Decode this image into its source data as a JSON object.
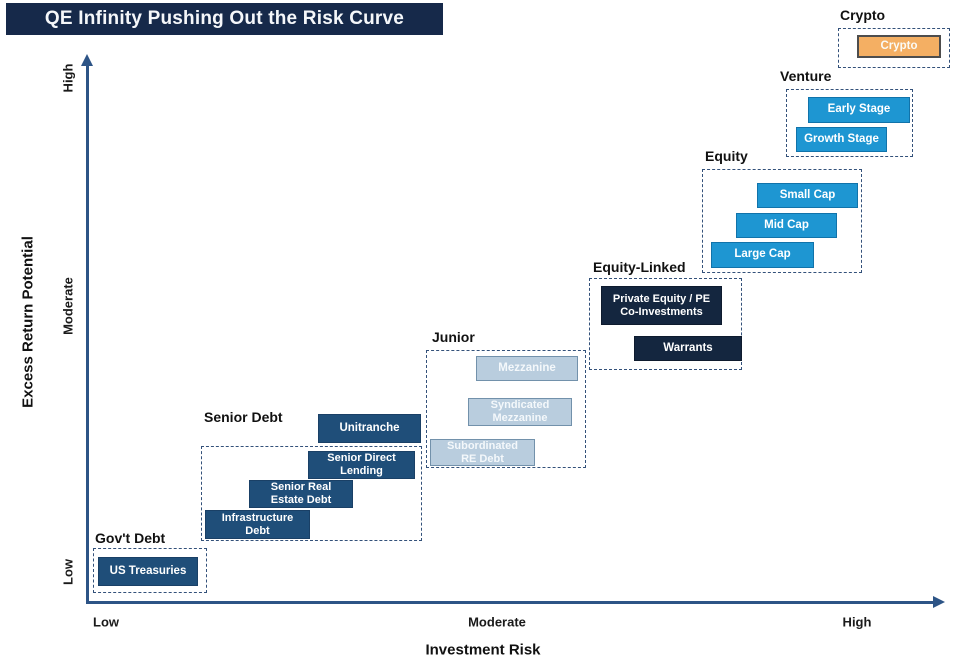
{
  "title": "QE Infinity Pushing Out the Risk Curve",
  "colors": {
    "title_bar_bg": "#16294a",
    "axis": "#2d5486",
    "group_dashed_border": "#33517a",
    "navy_box": "#1f4e79",
    "dark_navy_box": "#14263f",
    "bright_blue_box": "#1e96d2",
    "light_blue_box": "#b9cdde",
    "orange_box": "#f4af63",
    "box_text": "#ffffff",
    "label_text": "#111111"
  },
  "chart_data": {
    "type": "scatter",
    "title": "QE Infinity Pushing Out the Risk Curve",
    "xlabel": "Investment Risk",
    "ylabel": "Excess Return Potential",
    "x_ticks": [
      "Low",
      "Moderate",
      "High"
    ],
    "y_ticks": [
      "Low",
      "Moderate",
      "High"
    ],
    "grid": false,
    "legend": false,
    "groups": [
      {
        "label": "Gov't Debt",
        "style": "navy",
        "risk_frac": 0.07,
        "return_frac": 0.06,
        "items": [
          {
            "label": "US Treasuries"
          }
        ]
      },
      {
        "label": "Senior Debt",
        "style": "navy",
        "risk_frac": 0.26,
        "return_frac": 0.2,
        "items": [
          {
            "label": "Unitranche"
          },
          {
            "label": "Senior Direct\nLending"
          },
          {
            "label": "Senior Real\nEstate Debt"
          },
          {
            "label": "Infrastructure\nDebt"
          }
        ]
      },
      {
        "label": "Junior",
        "style": "light-blue",
        "risk_frac": 0.49,
        "return_frac": 0.36,
        "items": [
          {
            "label": "Mezzanine"
          },
          {
            "label": "Syndicated\nMezzanine"
          },
          {
            "label": "Subordinated\nRE Debt"
          }
        ]
      },
      {
        "label": "Equity-Linked",
        "style": "dark-navy",
        "risk_frac": 0.68,
        "return_frac": 0.51,
        "items": [
          {
            "label": "Private Equity / PE\nCo-Investments"
          },
          {
            "label": "Warrants"
          }
        ]
      },
      {
        "label": "Equity",
        "style": "bright-blue",
        "risk_frac": 0.81,
        "return_frac": 0.7,
        "items": [
          {
            "label": "Small Cap"
          },
          {
            "label": "Mid Cap"
          },
          {
            "label": "Large Cap"
          }
        ]
      },
      {
        "label": "Venture",
        "style": "bright-blue",
        "risk_frac": 0.89,
        "return_frac": 0.88,
        "items": [
          {
            "label": "Early Stage"
          },
          {
            "label": "Growth Stage"
          }
        ]
      },
      {
        "label": "Crypto",
        "style": "orange",
        "risk_frac": 0.94,
        "return_frac": 0.99,
        "items": [
          {
            "label": "Crypto"
          }
        ]
      }
    ]
  }
}
